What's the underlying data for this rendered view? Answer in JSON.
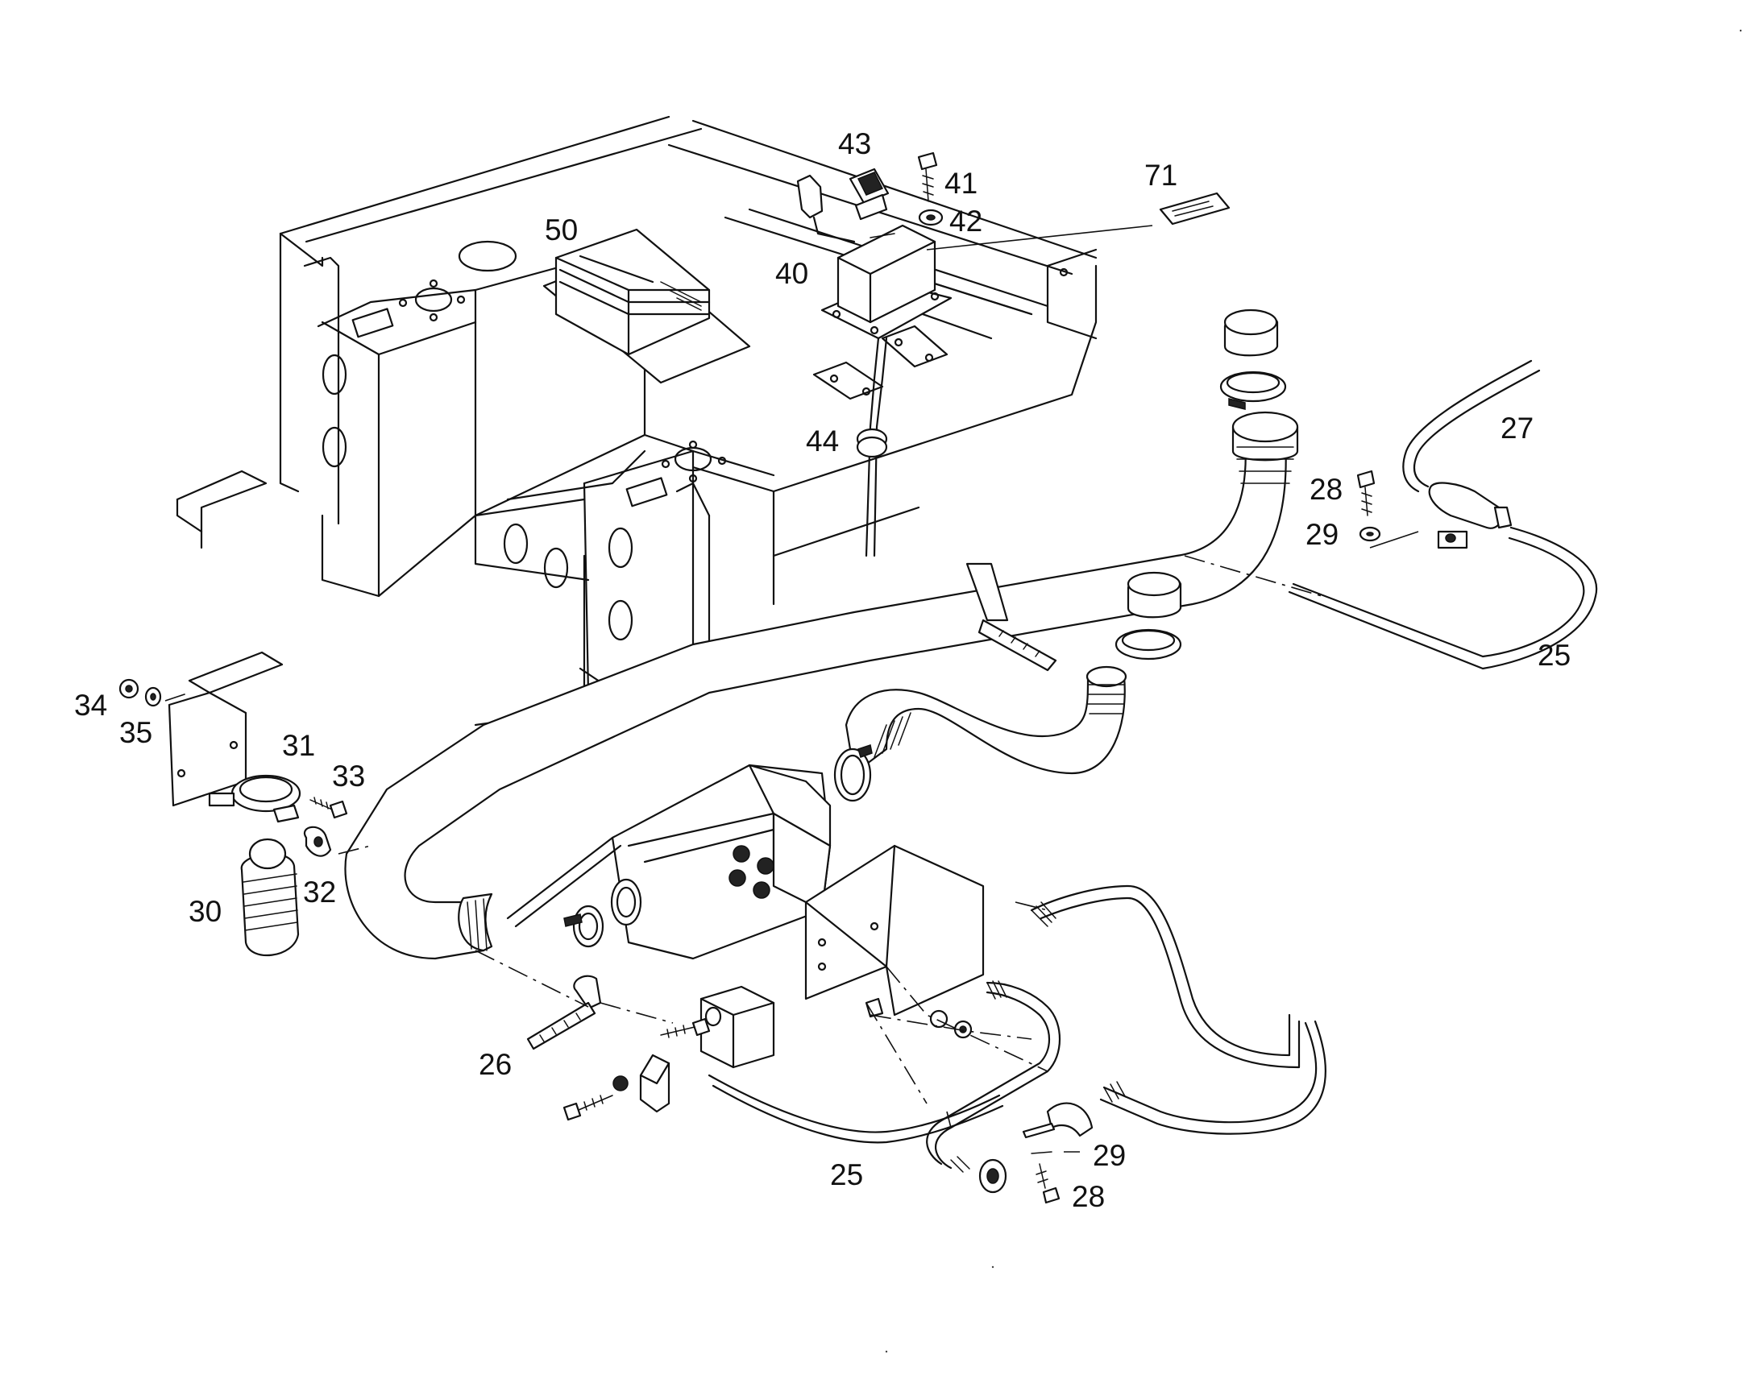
{
  "callouts": [
    {
      "id": "c43",
      "text": "43"
    },
    {
      "id": "c41",
      "text": "41"
    },
    {
      "id": "c71",
      "text": "71"
    },
    {
      "id": "c42",
      "text": "42"
    },
    {
      "id": "c50",
      "text": "50"
    },
    {
      "id": "c40",
      "text": "40"
    },
    {
      "id": "c44",
      "text": "44"
    },
    {
      "id": "c27",
      "text": "27"
    },
    {
      "id": "c28a",
      "text": "28"
    },
    {
      "id": "c29a",
      "text": "29"
    },
    {
      "id": "c25a",
      "text": "25"
    },
    {
      "id": "c34",
      "text": "34"
    },
    {
      "id": "c35",
      "text": "35"
    },
    {
      "id": "c31",
      "text": "31"
    },
    {
      "id": "c33",
      "text": "33"
    },
    {
      "id": "c32",
      "text": "32"
    },
    {
      "id": "c30",
      "text": "30"
    },
    {
      "id": "c26",
      "text": "26"
    },
    {
      "id": "c25b",
      "text": "25"
    },
    {
      "id": "c29b",
      "text": "29"
    },
    {
      "id": "c28b",
      "text": "28"
    }
  ]
}
